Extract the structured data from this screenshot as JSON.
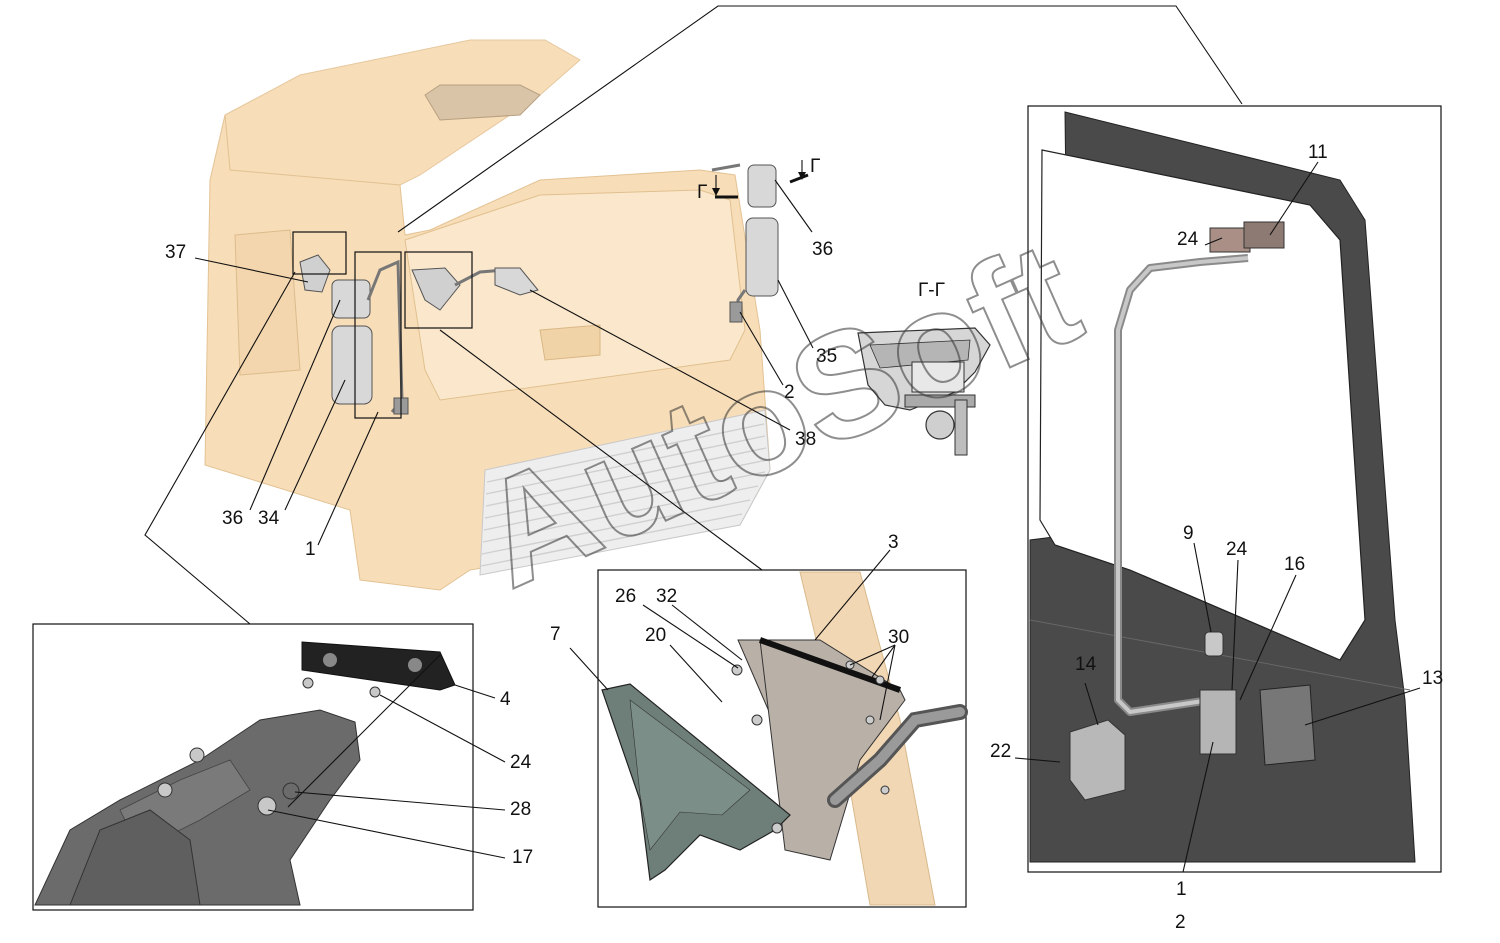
{
  "watermark": "AutoSoft",
  "section_label": "Г-Г",
  "section_markers": [
    "Г",
    "Г"
  ],
  "callouts": {
    "c37": "37",
    "c36a": "36",
    "c34": "34",
    "c1a": "1",
    "c36b": "36",
    "c35": "35",
    "c2a": "2",
    "c38": "38",
    "c11": "11",
    "c24a": "24",
    "c9": "9",
    "c24b": "24",
    "c16": "16",
    "c14": "14",
    "c13": "13",
    "c22": "22",
    "c1b": "1",
    "c2b": "2",
    "c3": "3",
    "c26": "26",
    "c32": "32",
    "c20": "20",
    "c30": "30",
    "c7": "7",
    "c4": "4",
    "c24c": "24",
    "c28": "28",
    "c17": "17"
  },
  "colors": {
    "cab": "#f7ddb8",
    "cab_shade": "#ecc99c",
    "grille": "#eeeeee",
    "mirror": "#d8d8d8",
    "door": "#4a4a4a",
    "bracket": "#b9b0a8",
    "rubber": "#6b6b6b"
  }
}
